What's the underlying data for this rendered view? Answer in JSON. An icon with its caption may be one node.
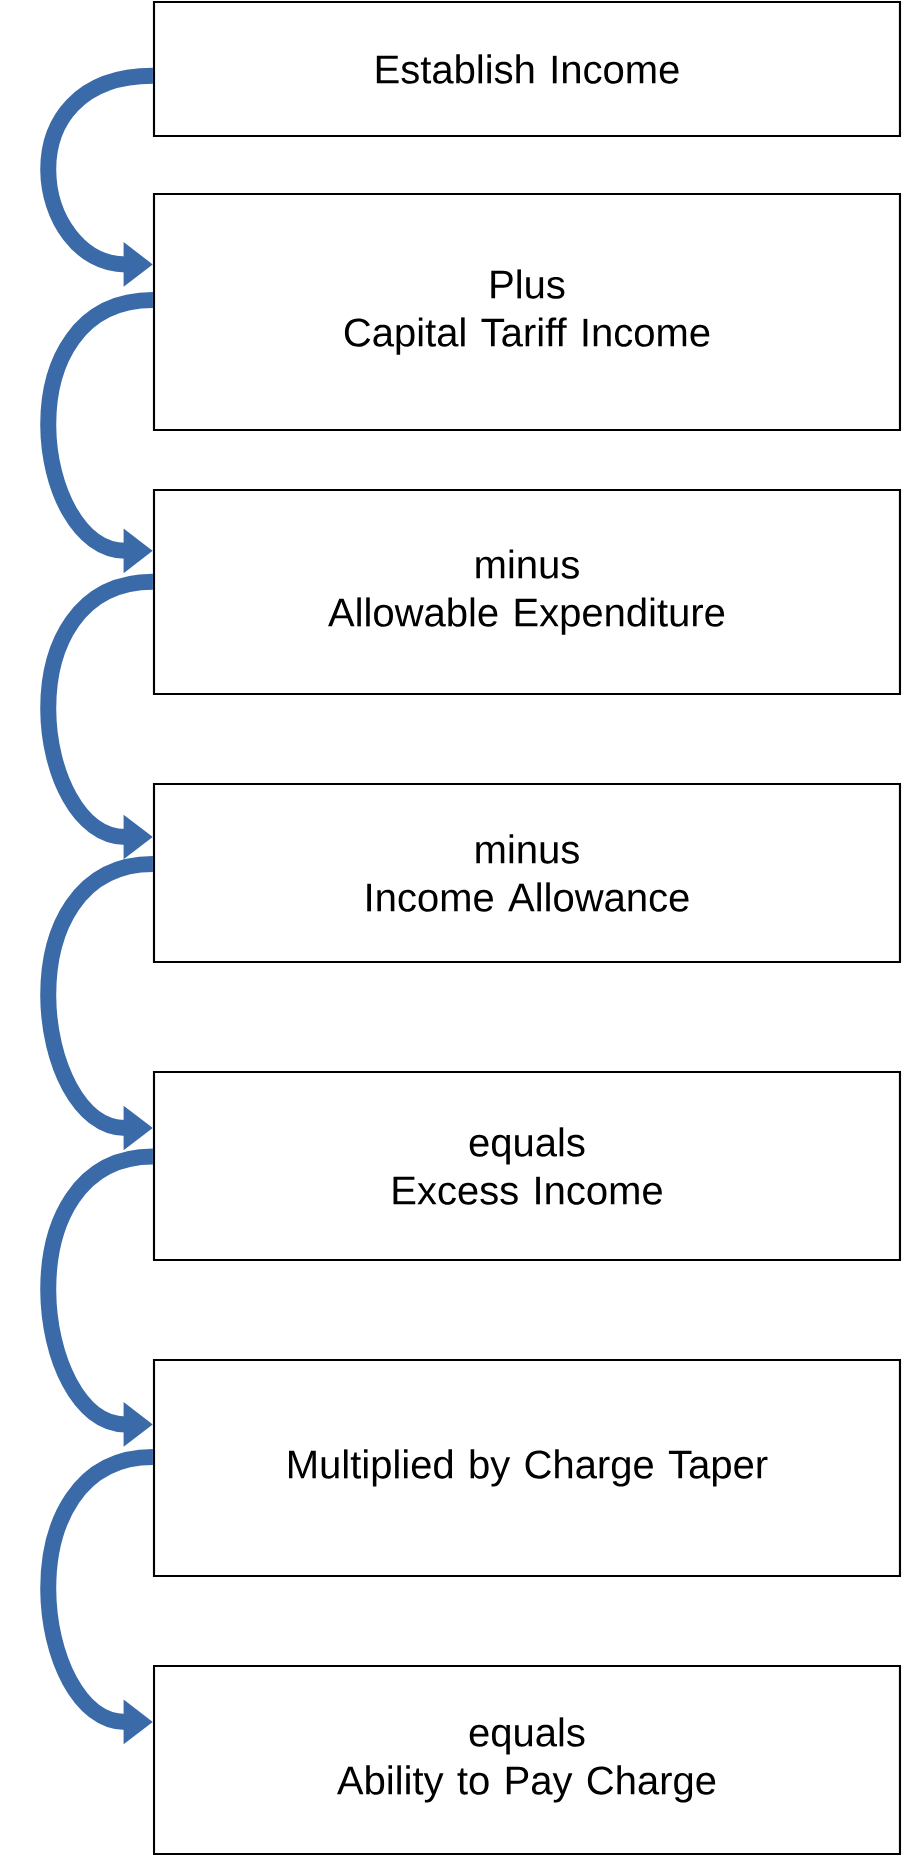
{
  "diagram": {
    "nodes": [
      {
        "text": [
          "Establish Income"
        ]
      },
      {
        "text": [
          "Plus",
          "Capital Tariff Income"
        ]
      },
      {
        "text": [
          "minus",
          "Allowable Expenditure"
        ]
      },
      {
        "text": [
          "minus",
          "Income Allowance"
        ]
      },
      {
        "text": [
          "equals",
          "Excess Income"
        ]
      },
      {
        "text": [
          "Multiplied by Charge Taper"
        ]
      },
      {
        "text": [
          "equals",
          "Ability to Pay Charge"
        ]
      }
    ],
    "edges": [
      {
        "from": 0,
        "to": 1,
        "arrow": "to"
      },
      {
        "from": 1,
        "to": 2,
        "arrow": "to"
      },
      {
        "from": 2,
        "to": 3,
        "arrow": "to"
      },
      {
        "from": 3,
        "to": 4,
        "arrow": "to"
      },
      {
        "from": 4,
        "to": 5,
        "arrow": "to"
      },
      {
        "from": 5,
        "to": 6,
        "arrow": "to"
      }
    ]
  }
}
